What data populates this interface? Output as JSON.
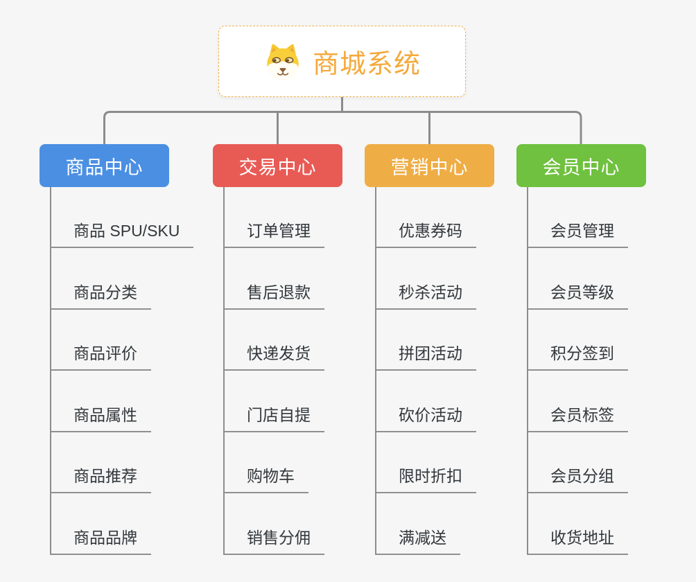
{
  "root": {
    "title": "商城系统",
    "icon": "shiba-dog"
  },
  "branches": [
    {
      "label": "商品中心",
      "color": "#4b8fe3",
      "children": [
        "商品 SPU/SKU",
        "商品分类",
        "商品评价",
        "商品属性",
        "商品推荐",
        "商品品牌"
      ]
    },
    {
      "label": "交易中心",
      "color": "#e85b55",
      "children": [
        "订单管理",
        "售后退款",
        "快递发货",
        "门店自提",
        "购物车",
        "销售分佣"
      ]
    },
    {
      "label": "营销中心",
      "color": "#efad45",
      "children": [
        "优惠券码",
        "秒杀活动",
        "拼团活动",
        "砍价活动",
        "限时折扣",
        "满减送"
      ]
    },
    {
      "label": "会员中心",
      "color": "#6fc13f",
      "children": [
        "会员管理",
        "会员等级",
        "积分签到",
        "会员标签",
        "会员分组",
        "收货地址"
      ]
    }
  ],
  "colors": {
    "background": "#f5f6f5",
    "root_title": "#f5a93c",
    "root_border": "#f2b04a",
    "connector": "#8c8c8c",
    "underline": "#8f8f8f",
    "child_text": "#33373c"
  }
}
